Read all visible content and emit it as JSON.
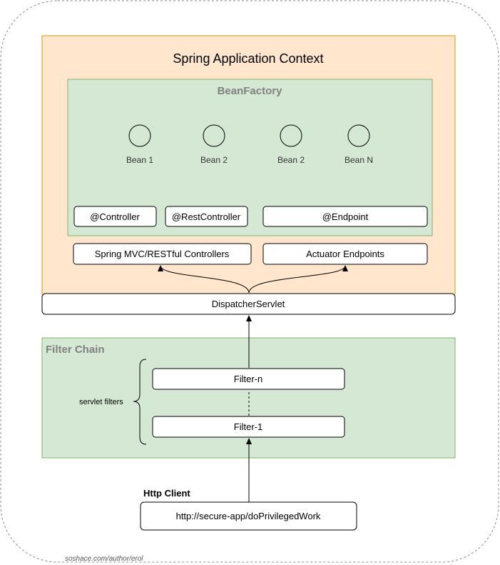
{
  "diagram": {
    "app_context": {
      "title": "Spring Application Context",
      "fill": "#ffe6cc"
    },
    "bean_factory": {
      "title": "BeanFactory",
      "fill": "#d5e8d4"
    },
    "beans": [
      "Bean 1",
      "Bean 2",
      "Bean 2",
      "Bean N"
    ],
    "annotations": {
      "controller": "@Controller",
      "rest_controller": "@RestController",
      "endpoint": "@Endpoint"
    },
    "targets": {
      "mvc": "Spring MVC/RESTful Controllers",
      "actuator": "Actuator Endpoints"
    },
    "dispatcher": "DispatcherServlet",
    "filter_chain": {
      "title": "Filter Chain",
      "brace_label": "servlet filters",
      "filters": [
        "Filter-n",
        "Filter-1"
      ],
      "fill": "#d5e8d4"
    },
    "client": {
      "label": "Http Client",
      "url": "http://secure-app/doPrivilegedWork"
    },
    "footer": "soshace.com/author/erol"
  }
}
